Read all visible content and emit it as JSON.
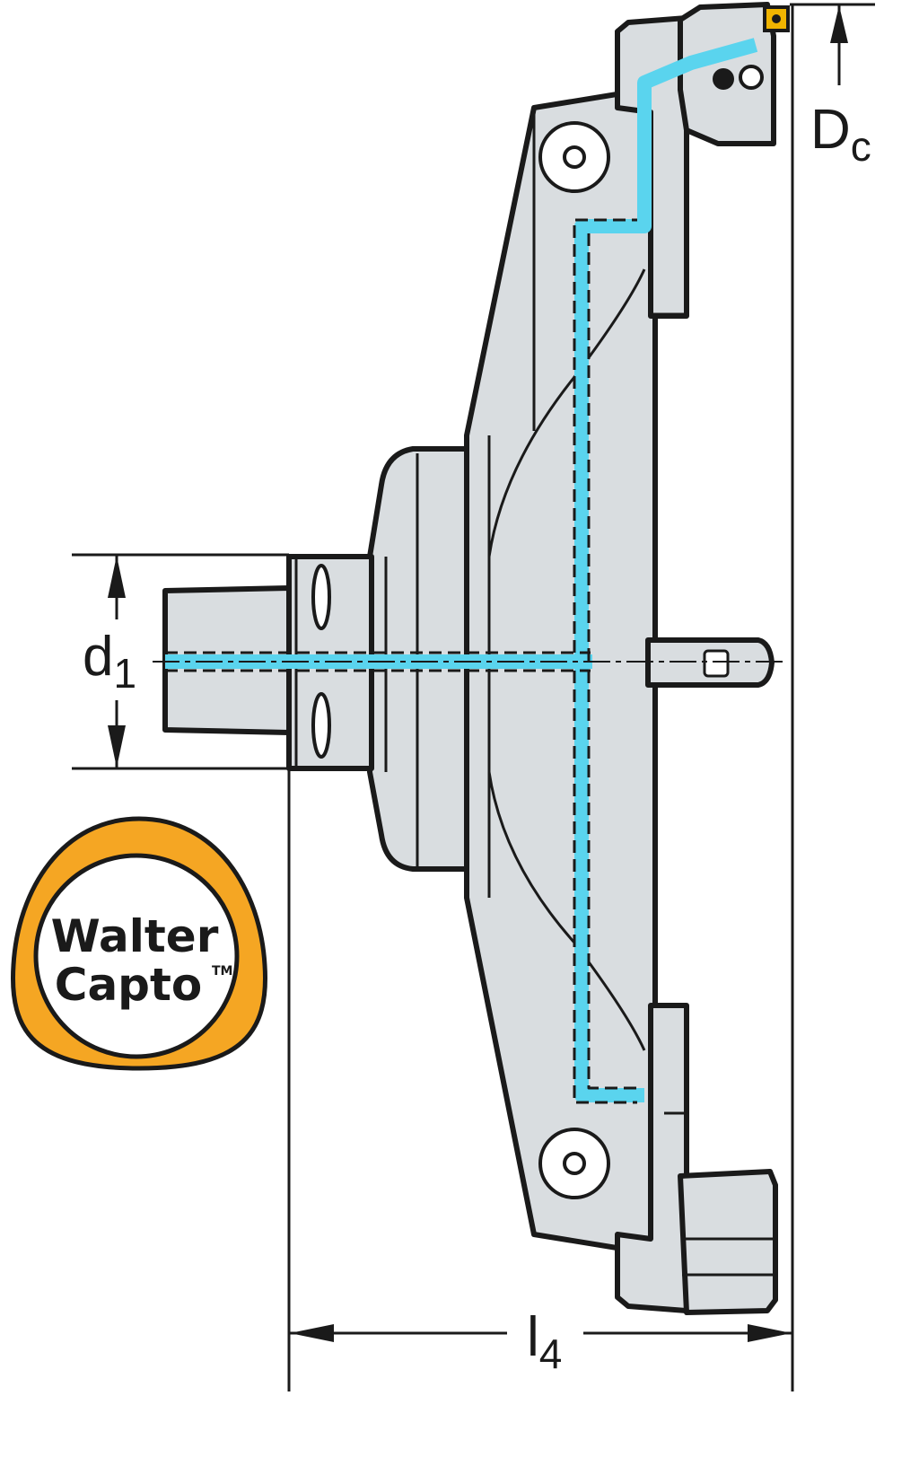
{
  "dimensions": {
    "dc": {
      "main": "D",
      "sub": "c"
    },
    "d1": {
      "main": "d",
      "sub": "1"
    },
    "l4": {
      "main": "l",
      "sub": "4"
    }
  },
  "logo": {
    "line1": "Walter",
    "line2": "Capto",
    "trademark": "TM"
  },
  "colors": {
    "body_fill": "#d9dde0",
    "outline": "#1a1a1a",
    "coolant": "#5ad4ee",
    "logo_ring": "#f5a623",
    "insert": "#f0b400"
  }
}
